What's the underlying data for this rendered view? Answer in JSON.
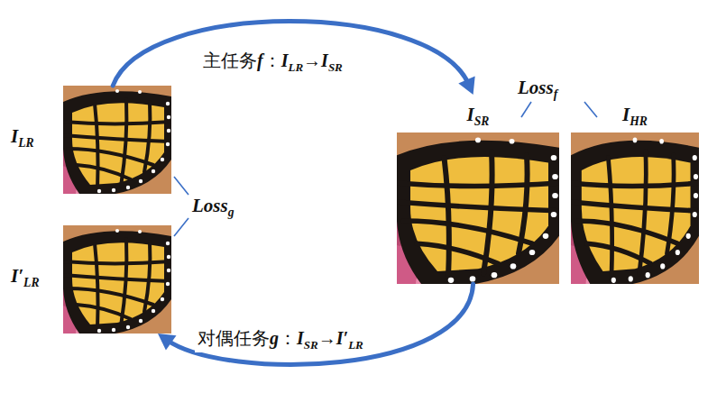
{
  "diagram": {
    "nodes": [
      {
        "text": [
          "ILR"
        ]
      },
      {
        "text": [
          "I′LR"
        ]
      },
      {
        "text": [
          "ISR"
        ]
      },
      {
        "text": [
          "IHR"
        ]
      }
    ],
    "edges": [
      {
        "from": 0,
        "to": 2,
        "arrow": "to",
        "label": "主任务f：ILR→ISR"
      },
      {
        "from": 2,
        "to": 1,
        "arrow": "to",
        "label": "对偶任务g：ISR→I′LR"
      }
    ],
    "labels": [
      "Lossf",
      "Lossg"
    ]
  }
}
